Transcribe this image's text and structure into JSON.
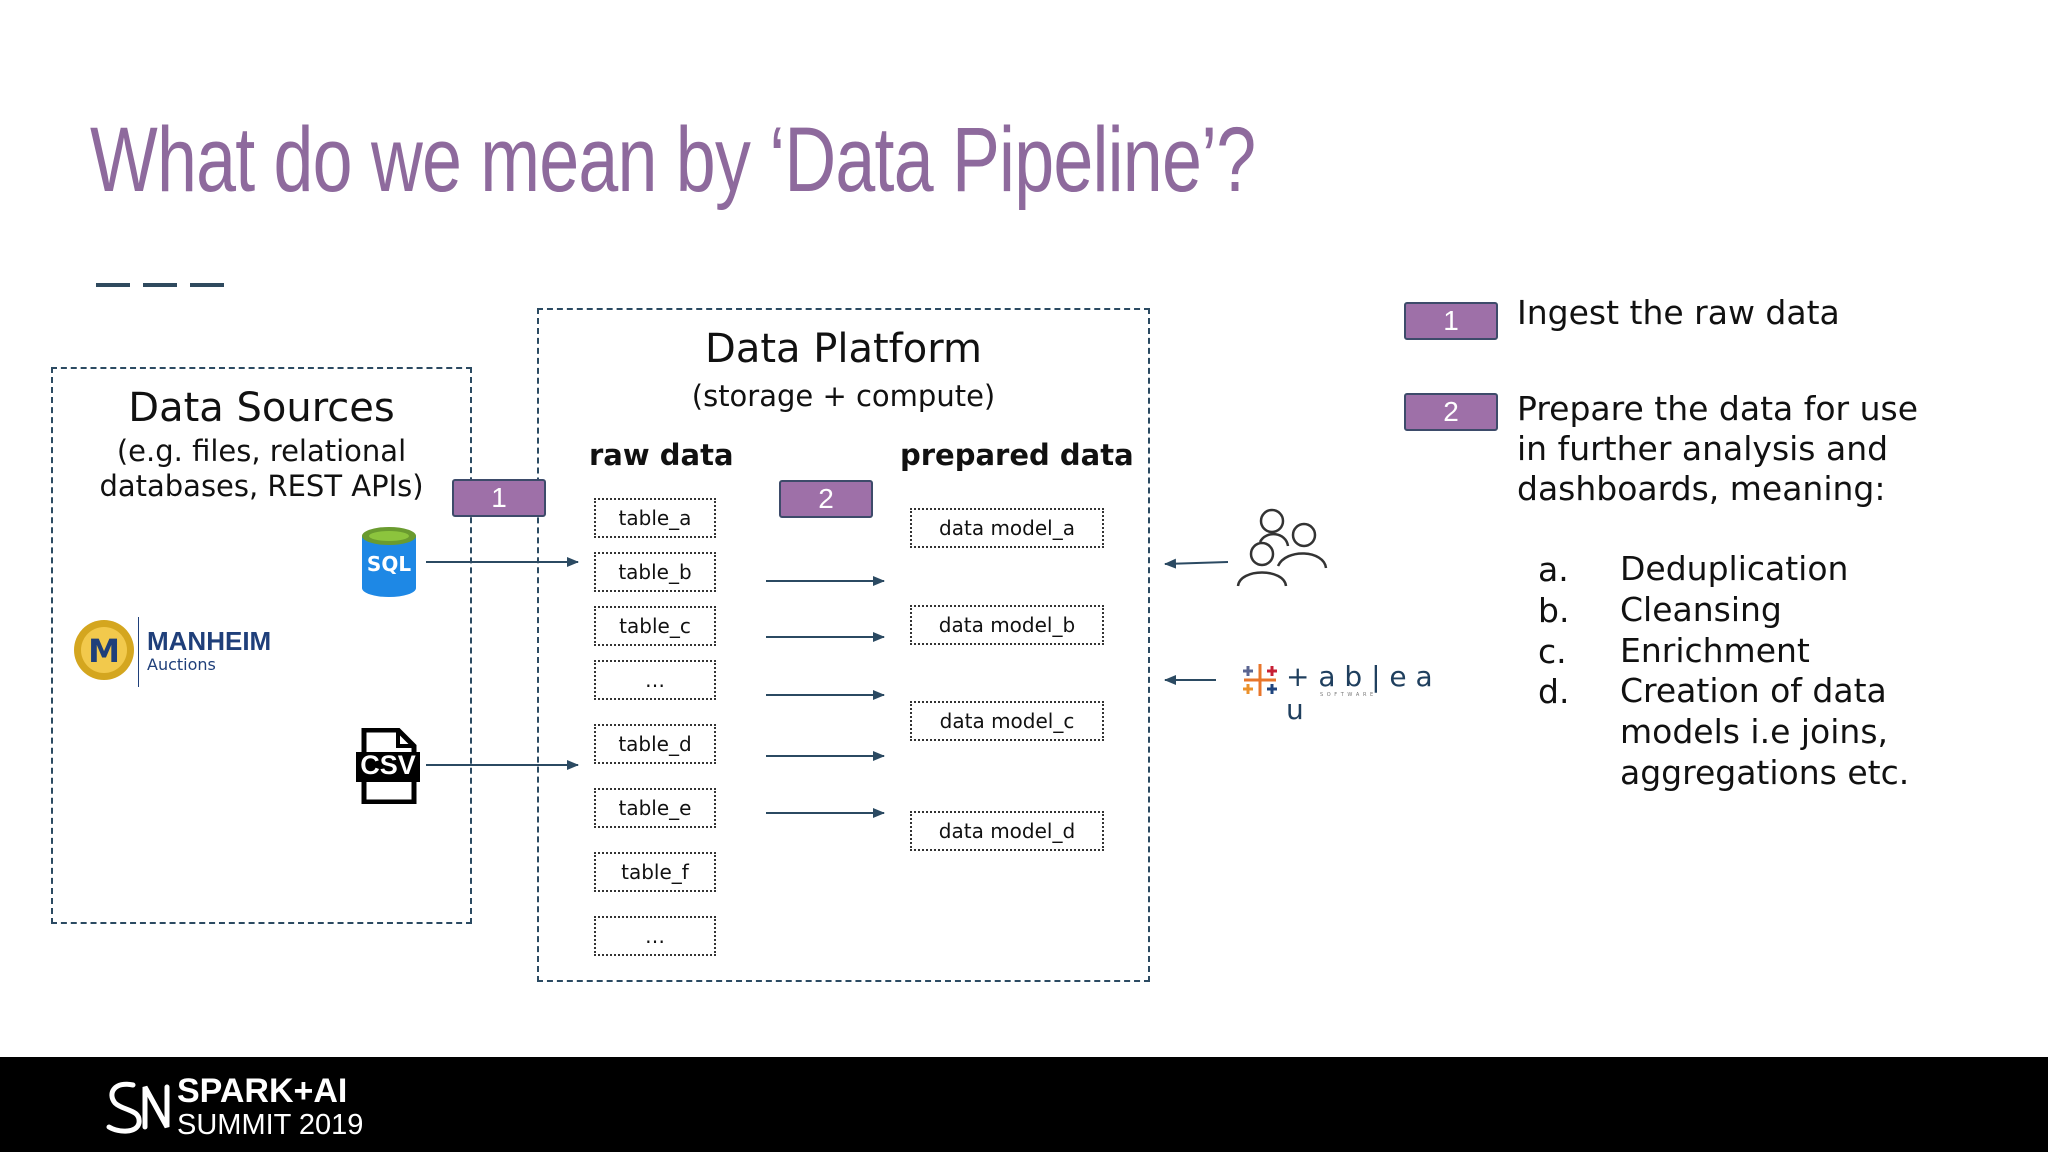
{
  "title": "What do we mean by ‘Data Pipeline’?",
  "sources": {
    "heading": "Data Sources",
    "line1": "(e.g. files, relational",
    "line2": "databases, REST APIs)",
    "sql_label": "SQL",
    "manheim_name": "MANHEIM",
    "manheim_sub": "Auctions",
    "csv_label": "CSV"
  },
  "platform": {
    "heading": "Data Platform",
    "sub": "(storage + compute)",
    "raw_heading": "raw data",
    "prepared_heading": "prepared data",
    "raw_tables": [
      "table_a",
      "table_b",
      "table_c",
      "…",
      "table_d",
      "table_e",
      "table_f",
      "…"
    ],
    "models": [
      "data model_a",
      "data model_b",
      "data model_c",
      "data model_d"
    ]
  },
  "steps": {
    "one": "1",
    "two": "2"
  },
  "consumers": {
    "tableau_text": "+ a b | e a u",
    "tableau_small": "S O F T W A R E"
  },
  "legend": {
    "step1_text": "Ingest the raw data",
    "step2_lines": [
      "Prepare the data for use",
      "in further analysis and",
      "dashboards, meaning:"
    ],
    "items": [
      {
        "letter": "a.",
        "lines": [
          "Deduplication"
        ]
      },
      {
        "letter": "b.",
        "lines": [
          "Cleansing"
        ]
      },
      {
        "letter": "c.",
        "lines": [
          "Enrichment"
        ]
      },
      {
        "letter": "d.",
        "lines": [
          "Creation of data",
          "models i.e joins,",
          "aggregations etc."
        ]
      }
    ]
  },
  "footer": {
    "brand_line1": "SPARK+AI",
    "brand_line2": "SUMMIT 2019"
  },
  "colors": {
    "title": "#8e6a9d",
    "badge": "#9e70a8",
    "dash": "#2b4a62",
    "arrow": "#2b4a62"
  }
}
